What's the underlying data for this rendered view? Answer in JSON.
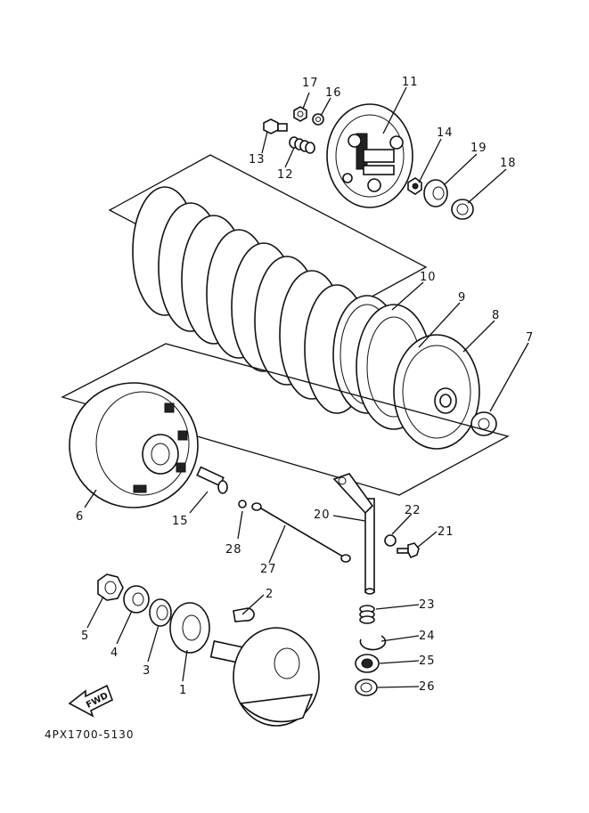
{
  "callouts": [
    {
      "id": "c1",
      "text": "1"
    },
    {
      "id": "c2",
      "text": "2"
    },
    {
      "id": "c3",
      "text": "3"
    },
    {
      "id": "c4",
      "text": "4"
    },
    {
      "id": "c5",
      "text": "5"
    },
    {
      "id": "c6",
      "text": "6"
    },
    {
      "id": "c7",
      "text": "7"
    },
    {
      "id": "c8",
      "text": "8"
    },
    {
      "id": "c9",
      "text": "9"
    },
    {
      "id": "c10",
      "text": "10"
    },
    {
      "id": "c11",
      "text": "11"
    },
    {
      "id": "c12",
      "text": "12"
    },
    {
      "id": "c13",
      "text": "13"
    },
    {
      "id": "c14",
      "text": "14"
    },
    {
      "id": "c15",
      "text": "15"
    },
    {
      "id": "c16",
      "text": "16"
    },
    {
      "id": "c17",
      "text": "17"
    },
    {
      "id": "c18",
      "text": "18"
    },
    {
      "id": "c19",
      "text": "19"
    },
    {
      "id": "c20",
      "text": "20"
    },
    {
      "id": "c21",
      "text": "21"
    },
    {
      "id": "c22",
      "text": "22"
    },
    {
      "id": "c23",
      "text": "23"
    },
    {
      "id": "c24",
      "text": "24"
    },
    {
      "id": "c25",
      "text": "25"
    },
    {
      "id": "c26",
      "text": "26"
    },
    {
      "id": "c27",
      "text": "27"
    },
    {
      "id": "c28",
      "text": "28"
    }
  ],
  "fwd_label": "FWD",
  "reference_code": "4PX1700-5130"
}
